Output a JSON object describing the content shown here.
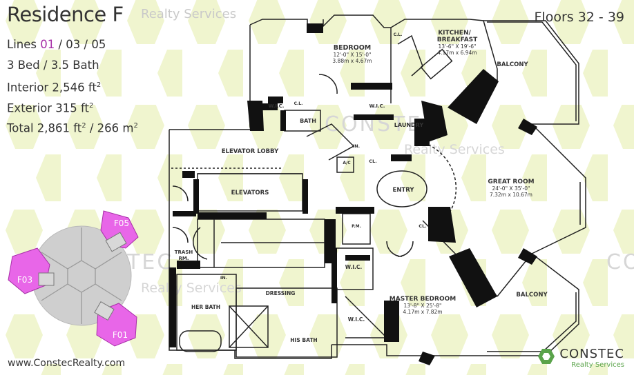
{
  "header": {
    "title": "Residence F",
    "watermark": "Realty Services",
    "floors": "Floors 32 - 39"
  },
  "info": {
    "lines_prefix": "Lines ",
    "line1": "01",
    "sep1": " / ",
    "line2": "03",
    "sep2": " / ",
    "line3": "05",
    "bed_bath": "3 Bed / 3.5 Bath",
    "interior": "Interior 2,546 ft",
    "exterior": "Exterior 315 ft",
    "total_a": "Total 2,861 ft",
    "total_b": " / 266 m",
    "sup2": "2"
  },
  "floorplan": {
    "bedroom": {
      "name": "BEDROOM",
      "dim1": "12'-0\" X 15'-0\"",
      "dim2": "3.88m x 4.67m"
    },
    "kitchen": {
      "name1": "KITCHEN/",
      "name2": "BREAKFAST",
      "dim1": "13'-6\" X 19'-6\"",
      "dim2": "4.17m x 6.94m"
    },
    "balcony_top": "BALCONY",
    "balcony_bottom": "BALCONY",
    "great_room": {
      "name": "GREAT ROOM",
      "dim1": "24'-0\" X 35'-0\"",
      "dim2": "7.32m x 10.67m"
    },
    "master": {
      "name": "MASTER BEDROOM",
      "dim1": "13'-8\" X 25'-8\"",
      "dim2": "4.17m x 7.82m"
    },
    "elevator_lobby": "ELEVATOR LOBBY",
    "elevators": "ELEVATORS",
    "entry": "ENTRY",
    "laundry": "LAUNDRY",
    "bath": "BATH",
    "wic": "W.I.C.",
    "wic2": "W.I.C.",
    "wic3": "W.I.C.",
    "wic4": "W.I.C.",
    "cl": "CL.",
    "cl2": "CL.",
    "cl3": "C.L.",
    "cl4": "C.L.",
    "in": "IN.",
    "in2": "IN.",
    "ac": "A/C",
    "pm": "P.M.",
    "trash": "TRASH",
    "rm": "RM.",
    "her_bath": "HER BATH",
    "his_bath": "HIS BATH",
    "dressing": "DRESSING"
  },
  "keymap": {
    "f01": "F01",
    "f03": "F03",
    "f05": "F05"
  },
  "watermarks": {
    "constec": "CONSTEC",
    "realty": "Realty Services"
  },
  "footer": {
    "website": "www.ConstecRealty.com",
    "brand": "CONSTEC",
    "brand_sub": "Realty Services"
  },
  "colors": {
    "hex_pattern": "#f0f5cf",
    "accent": "#a62ea6",
    "unit_fill": "#e866e8",
    "tower_fill": "#cfcfcf",
    "wall": "#111111",
    "brand_green": "#5aa34a"
  }
}
